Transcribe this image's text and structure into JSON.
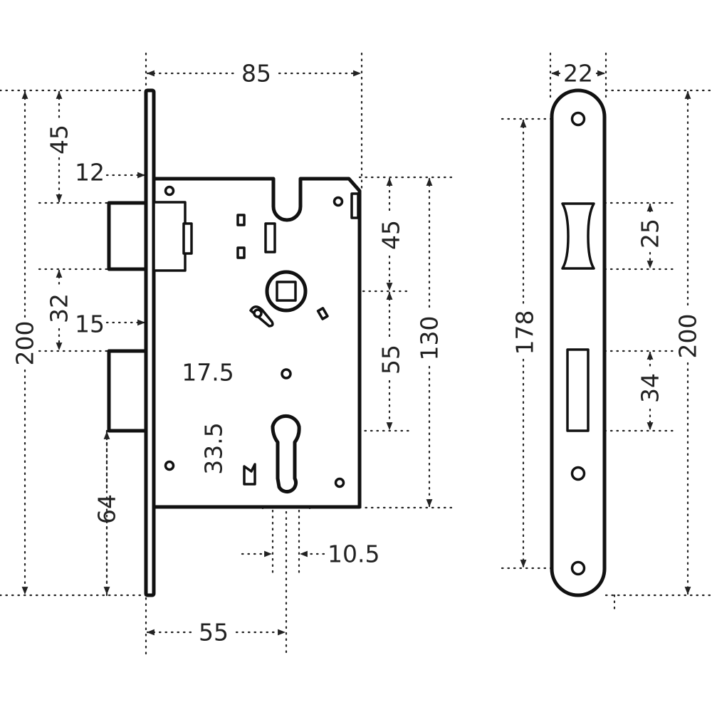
{
  "colors": {
    "line": "#111111",
    "background": "#ffffff"
  },
  "front_view": {
    "dimensions": {
      "width_total": "85",
      "height_total": "200",
      "top_to_latch": "45",
      "faceplate_to_case": "12",
      "latch_to_deadbolt": "32",
      "deadbolt_projection": "15",
      "deadbolt_to_bottom": "64",
      "follower_to_cam": "45",
      "follower_to_cylinder": "55",
      "case_height": "130",
      "cylinder_width": "17.5",
      "cylinder_height": "33.5",
      "cylinder_slot": "10.5",
      "backset": "55"
    }
  },
  "side_view": {
    "dimensions": {
      "faceplate_width": "22",
      "screw_spacing": "178",
      "faceplate_height": "200",
      "latch_opening": "25",
      "deadbolt_opening": "34"
    }
  }
}
